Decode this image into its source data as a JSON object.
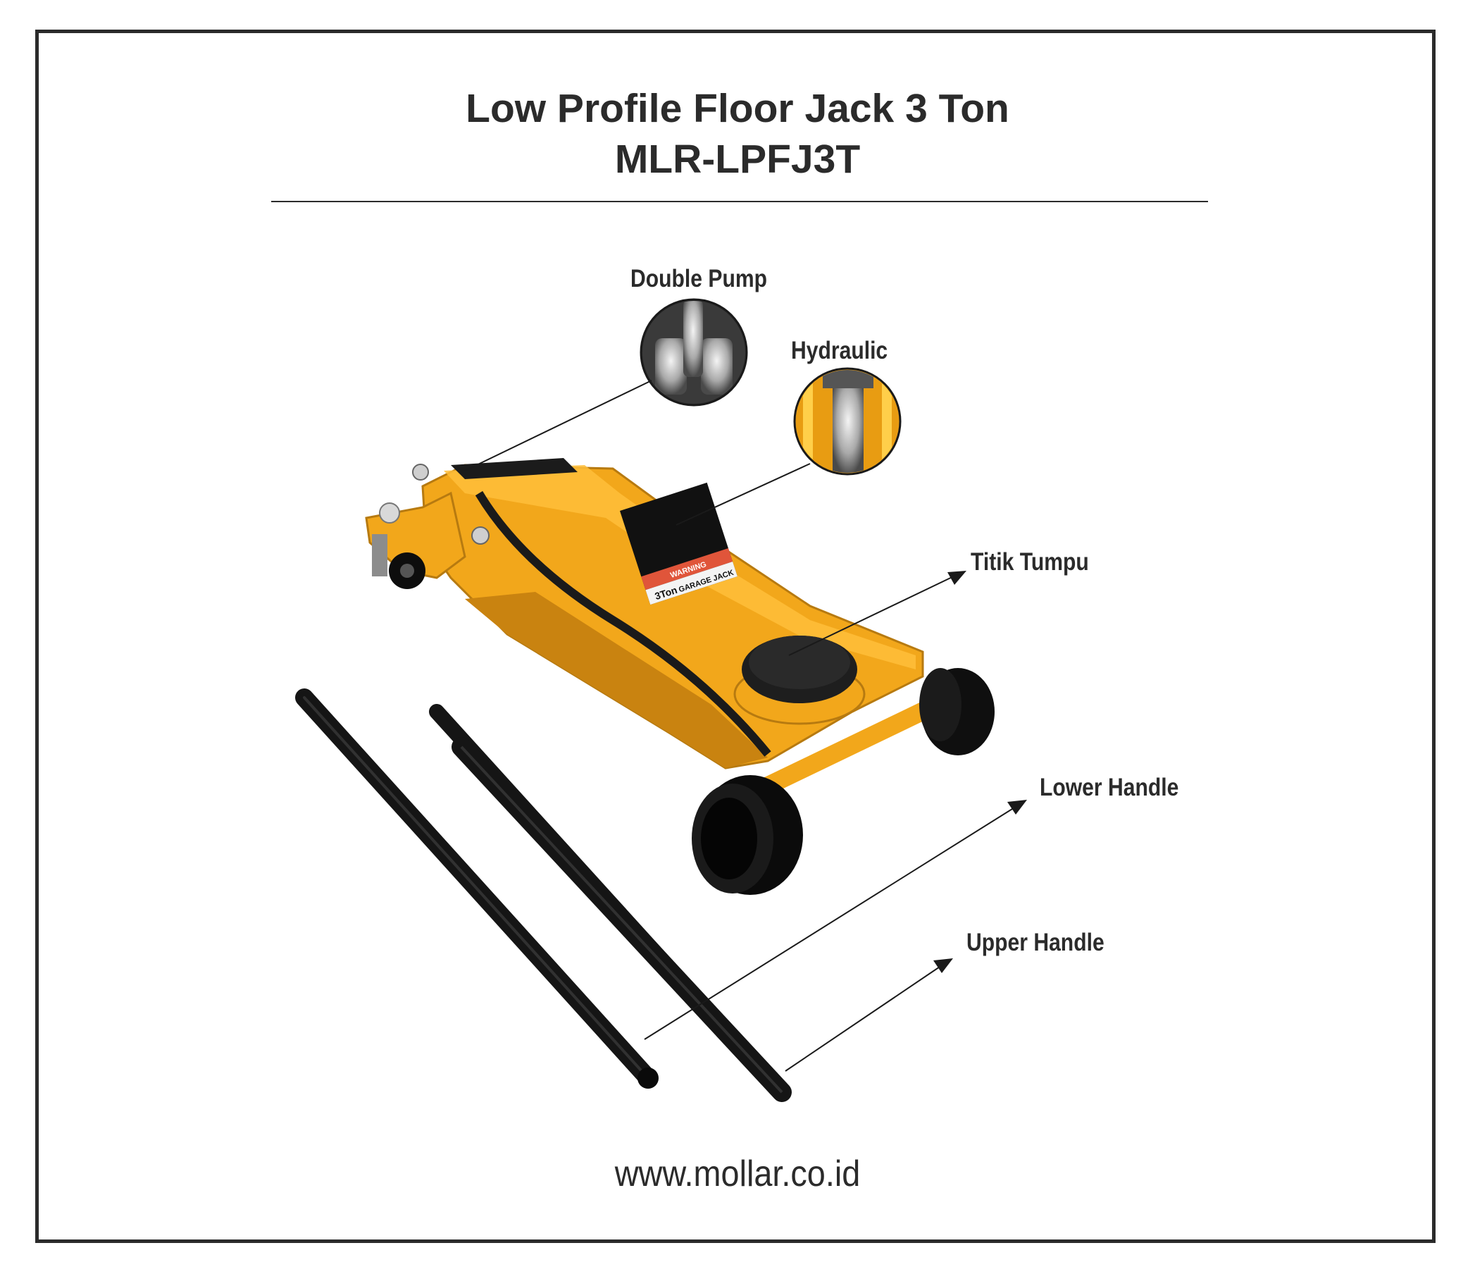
{
  "header": {
    "title_line1": "Low Profile Floor Jack 3 Ton",
    "title_line2": "MLR-LPFJ3T"
  },
  "callouts": {
    "double_pump": "Double Pump",
    "hydraulic": "Hydraulic",
    "titik_tumpu": "Titik Tumpu",
    "lower_handle": "Lower Handle",
    "upper_handle": "Upper Handle"
  },
  "product": {
    "sticker_capacity": "3Ton",
    "sticker_name": "GARAGE JACK",
    "sticker_warning": "WARNING"
  },
  "footer": {
    "website": "www.mollar.co.id"
  },
  "colors": {
    "jack_body": "#f2a71b",
    "jack_shadow": "#c98310",
    "frame": "#2b2b2b",
    "handle": "#151515"
  }
}
